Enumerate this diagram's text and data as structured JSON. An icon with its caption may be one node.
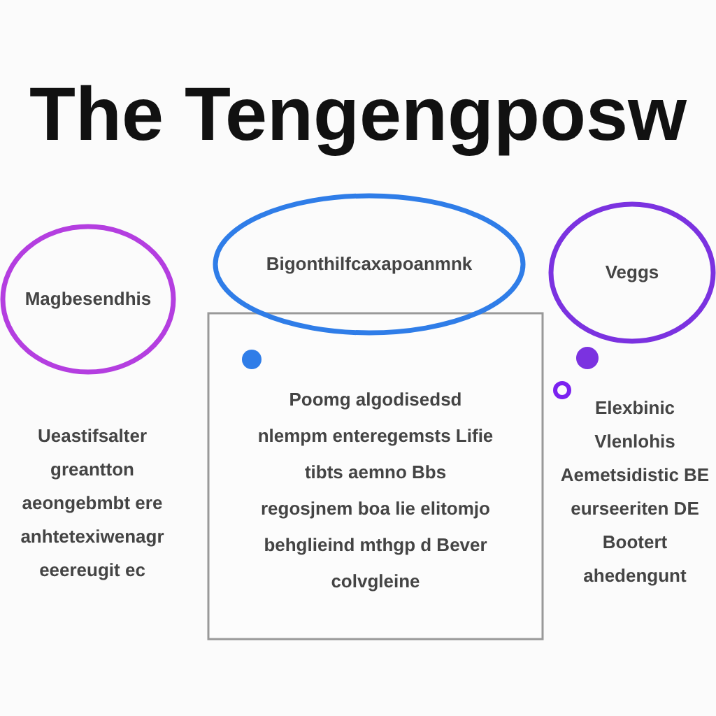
{
  "diagram": {
    "title": "The Tengengposw",
    "nodes": [
      {
        "text": [
          "Magbesendhis"
        ]
      },
      {
        "text": [
          "Bigonthilfcaxapoanmnk"
        ]
      },
      {
        "text": [
          "Veggs"
        ]
      },
      {
        "text": [
          "Poomg algodisedsd nlempm enteregemsts Lifie tibts aemno Bbs regosjnem boa lie elitomjo behglieind mthgp d Bever colvgleine"
        ]
      }
    ],
    "edges": [],
    "labels": [
      "Ueastifsalter greantton aeongebmbt ere anhtetexiwenagr eeereugit ec",
      "Elexbinic Vlenlohis Aemetsidistic BE eurseeriten DE Bootert ahedengunt"
    ]
  }
}
